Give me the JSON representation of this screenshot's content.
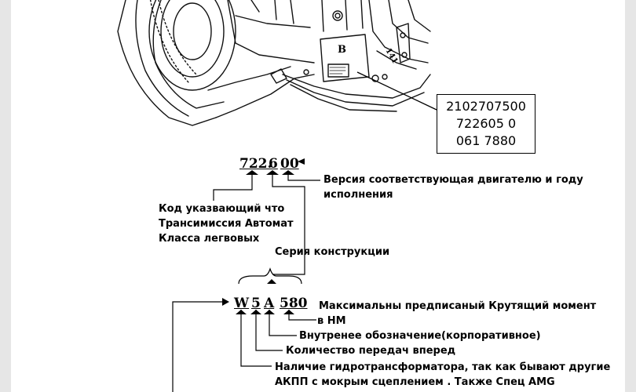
{
  "transmission": {
    "plate_letter": "B",
    "side_number": "141"
  },
  "label_box": {
    "line1": "2102707500",
    "line2": "722605 0",
    "line3": "061 7880"
  },
  "code1": {
    "part_a": "722.",
    "part_b": "6",
    "part_c": "00"
  },
  "code2": {
    "part_w": "W",
    "part_5": "5",
    "part_a": "A",
    "part_580": "580"
  },
  "annotations": {
    "version": [
      "Версия соответствующая двигателю и году",
      "исполнения"
    ],
    "type_code": [
      "Код указвающий что",
      "Трансимиссия Автомат",
      "Класса легвовых"
    ],
    "series": "Серия конструкции",
    "torque": [
      "Максимальны предписаный Крутящий момент",
      "в НМ"
    ],
    "internal": "Внутренее обозначение(корпоративное)",
    "gears": "Количество передач вперед",
    "converter": [
      "Наличие гидротрансформатора, так как бывают другие",
      "АКПП с мокрым сцеплением . Также Спец AMG"
    ]
  }
}
